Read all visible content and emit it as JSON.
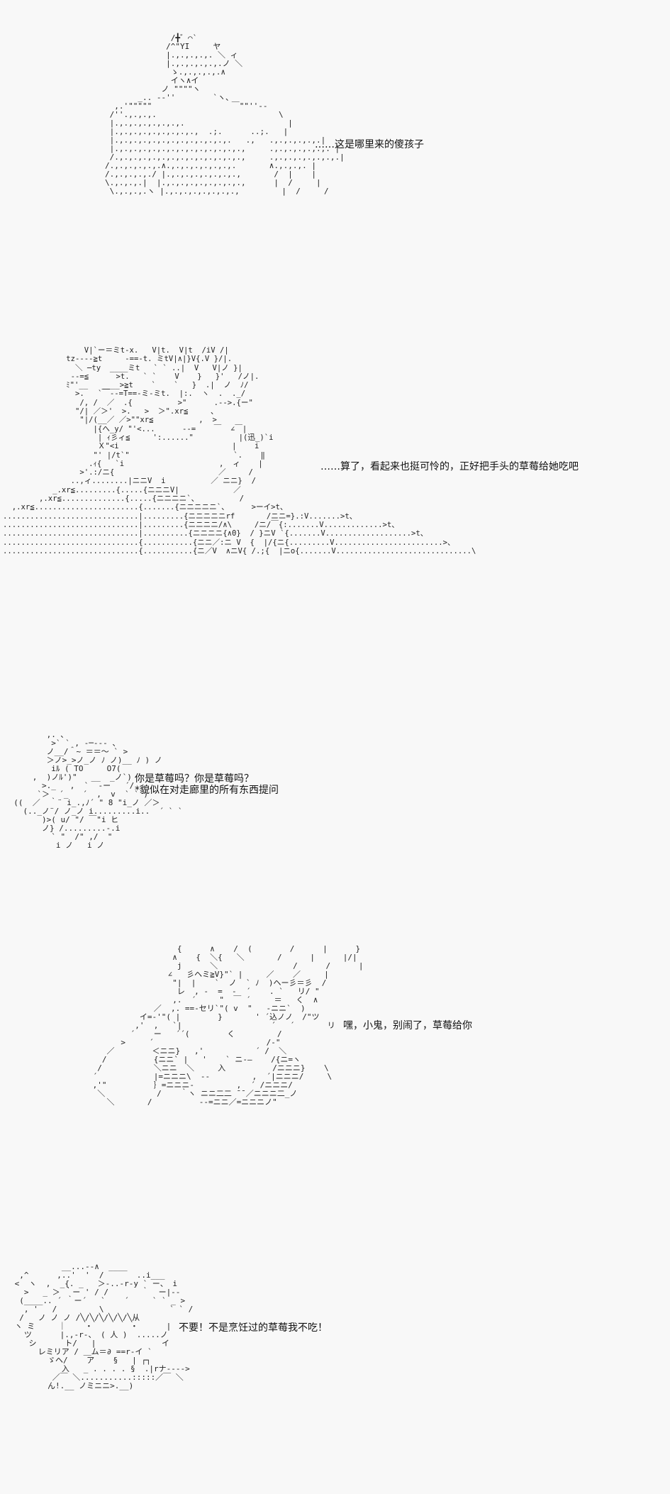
{
  "frames": [
    {
      "art": "              /╋゛⌒`\n             /^\"YI     ヤ\n             |.,.,.,.,. ＼ ィ\n             |.,.,.,.,.,.ノ ＼\n              ゝ.,.,.,.,.∧\n              イヽ∧イ\n            ノ \"\"\"\"ヽ\n       _.. -‐''        `ヽ、\n  ,.'\"\"\"\"\"                 ￣\"\"''‐-\n /''.,.,.,.                          \\\n |.,.,.,.,.,.,.,.                      |\n |.,.,.,.,.,.,.,.,.,  .;.      ..;.   |\n |.,.,.,.,.,.,.,.,.,.,.,.,.   .,   .,.,.,.,.,.|\n |.,.,.,.,.,.,.,.,.,.,.,.,.,.,     .,.,.,.,.,.,. |\n /.,.,.,.,.,.,.,.,.,.,.,.,.,.,     .,.,.,.,.,.,.,.|\n/.,.,.,.,.,.∧.,.,.,.,.,.,.,.       ∧.,.,.,. |\n/.,.,.,.,./ |.,.,.,.,.,.,.,.,       /  |    |\n\\.,.,.,.|  |.,.,.,.,.,.,.,.,.,      |  /     |\n \\.,.,.,.ヽ |.,.,.,.,.,.,.,.,         |  /     /",
      "speech": "……这是哪里来的傻孩子"
    },
    {
      "art": "                  V|`ー＝ミt-x.   V|t.  V|t  /iV /|\n              tz----≧t     -==-t. ミtV|∧|}V{.V }/|.\n                ＼ ─ty  ____ミt   ` ` ..|  V   V|ノ }|\n               --=≦      >t.   ` `    V    }   }'   /ノ|.\n              ﾐ\"'__   ____>≧t    `    `   }  .|  ノ  ﾉ/\n                >.   `￣--=T==-ミ-ミt.  |:.  ヽ  .  ._/\n                 /, /  ／  .{          >\"      .-->.{ー\"\n                \"/| ／＞'  >.   >  ＞\".xr≦     ､\n                 \"|/(__／ ／>\"\"xr≦          ,  >\n                    |{へ_y/ \"'<...      --=    ￣  ∠￣|\n                     | ｨ彡ィ≦     ':......\"          |(迅_)`i\n                     Ｘ\"<i                         |    i\n                    \"' |/t`\"                       `.    ‖\n                   .ｨ{   `i                     ,  ィ    |\n                 >'.:/ニ{                       ／     /\n               ..,ィ........|ニニV  i          ／ ニニ}  /\n           _.xr≦.........{.....{ニニニV|            ／\n        ,.xr≦..............{.....{ニニニニ`、         /\n  ,.xr≦.......................{.......{ニニニニニ`、     >ーイ>t、\n..............................|.........{ニニニニニrf       /ニニ=}.:V.......>t、\n..............................|.........{ニニニニ/∧\\     /ニ/￣{:.......V.............>t、\n..............................|..........{ニニニニ{∧0}  / }ニV `{.......V...................>t、\n..............................{...........{ニニ／:ニ V  {  |/{ニ{.........V........................>、\n..............................{...........{ニ／V  ∧ニV{ /.;{  |ニo{.......V..............................\\",
      "speech": "……算了，看起来也挺可怜的，正好把手头的草莓给她吃吧"
    },
    {
      "art": "         ,. ､\n          >` ` , ‐─‐‐‐ 、\n         ノ__/＾~ ＝＝～ ` >\n         ＞ノ>_>ノ_ノ ﾉ ノ)__ ﾉ ) ノ\n          iﾙ ( TO     O7(\n      ,  )ノﾙ')\"   __  _ノ`)\n        >._   ,  `  -ー   ´/\n       `＞  ´_   ´  ,  v  ` ` )\n  ((  ／  ｀¨ i_.,ﾉ´ \" 8 \"i_ノ ／＞\n    (.._ノ¨/ ノ_ノ i.........i..  ´ ` `\n        )>( u/ \"/ ￣\"i ヒ\n        ノ} /.........-.i\n          ` \"  /\" ,/  \"\n           i ノ   i ノ",
      "speech": "你是草莓吗？你是草莓吗？\n*貌似在对走廊里的所有东西提问"
    },
    {
      "art": "                   {      ∧    /  (        /      |      }\n                  ∧    {  ＼{   ＼       /      |      |/|\n                   j      ＼                /      /      |\n                 ∠   彡ヘミ≧V}\"` |     ／    ／     |\n                  \"|  |    `  ノ  ` ﾉ  )ヘー彡＝彡  /\n                   レ  , -  =  -  ´    . `   リ/ \"\n                  ,.  ´     \"  ￣ ´     ＝   く  ∧\n              ／  ,. ==-セリ`\"( v  \"   -ニニ`  )\n           イ=-'\"( |        }       ' ´込ノノ  /\"ツ\n          ,'  ,   `|                   ´   ´       リ\n         ´    ー   ´´(        く         /\n       >     ´                        /-\"\n    ／        ＜ニニ}   ,'           ´ /  ＼\n   /          {ニニ` |   '    ` ニ-―    /{ニ=ヽ\n  /           ＼ニニ  ＼     入          /ニニニ}    \\\n ´            |=ニニニ\\  --         ,  ´|ニニニ/     \\\n ,'\"          ｝=ニニニ-         ,  ´ /ニニニ/\n  ＼           /    ｀ヽ ニニ二二 ̄ ̄ ／ニニニ二_ノ\n    ＼       /          --=ニニ／=ニニニノ\"",
      "speech": "嘿，小鬼，别闹了，草莓给你"
    },
    {
      "art": "           __...--∧  ____\n  ,^      ,..'  '  /       ..i___\n <  ヽ  ,  _{. _   ＞-..-r-y ` ー、 i\n   >   _ ＞ ｀ー ' / /       ｀  ー|--\n  (____.. ´ ｀ー´   `    ´     ` ` _ >\n   , '   /         \\              ` ` /\n  /   ノ ノ ノ /╲/╲/╲/╲/╲/╲从\n ヽ ミ     ｜    ・        ・      |\n   ツ      |.,-r-、 ( 人 )  .....ノ\n    シ      ト/   |              イ\n      レミリア / ＿ム＝∂ ==r-イ `\n        ゞヘ/    ア    §   | ┌┐\n           入   _ . . . . §  .|rナ---->\n         ／￣ ＼...........:::::／￣ ＼\n        ん!.__ ノミニニ>.__)",
      "speech": "不要！不是烹饪过的草莓我不吃！"
    }
  ]
}
